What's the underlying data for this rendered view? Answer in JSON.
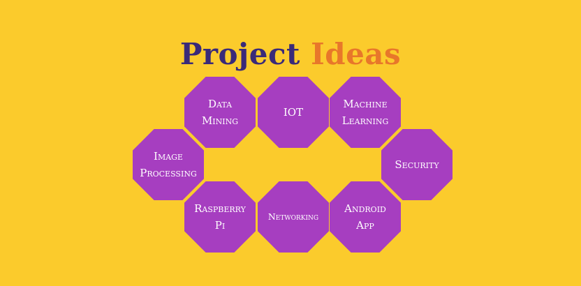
{
  "title": {
    "word1": "Project",
    "word2": "Ideas"
  },
  "colors": {
    "background": "#FBCB2C",
    "title_primary": "#3A2A79",
    "title_accent": "#E8772A",
    "node_fill": "#A63EC0",
    "node_text": "#FFFFFF"
  },
  "nodes": {
    "data_mining": "Data\nMining",
    "iot": "IOT",
    "machine_learning": "Machine\nLearning",
    "image_processing": "Image\nProcessing",
    "security": "Security",
    "raspberry_pi": "Raspberry\nPi",
    "networking": "Networking",
    "android_app": "Android\nApp"
  }
}
